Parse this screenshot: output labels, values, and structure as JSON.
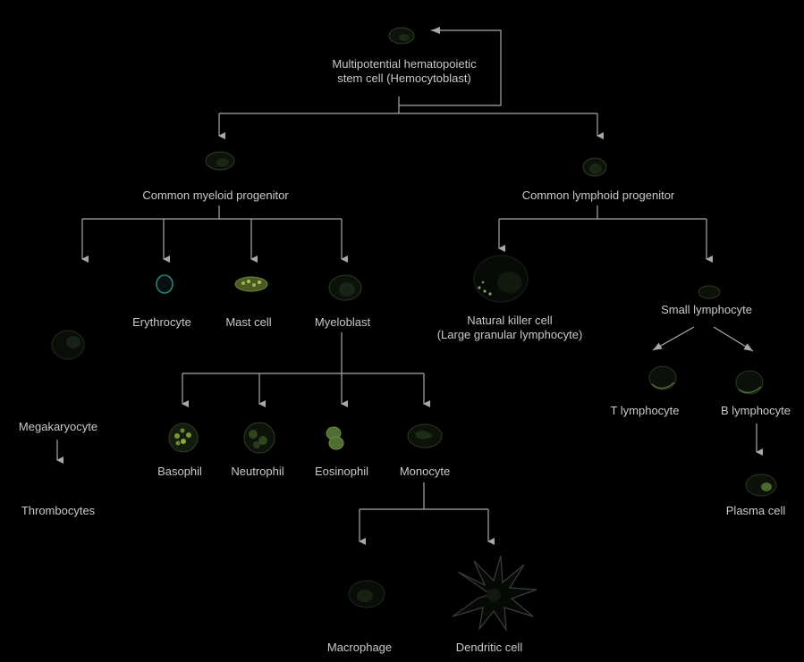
{
  "colors": {
    "background": "#000000",
    "text": "#c9c9c9",
    "line": "#a8a8a8",
    "cell_green": "#6f9a3a",
    "cell_dark": "#2a3a22",
    "cell_teal": "#2f7f7a"
  },
  "labels": {
    "hsc_line1": "Multipotential hematopoietic",
    "hsc_line2": "stem cell (Hemocytoblast)",
    "myeloid": "Common myeloid progenitor",
    "lymphoid": "Common lymphoid progenitor",
    "megakaryocyte": "Megakaryocyte",
    "thrombocytes": "Thrombocytes",
    "erythrocyte": "Erythrocyte",
    "mast": "Mast cell",
    "myeloblast": "Myeloblast",
    "nk_line1": "Natural killer cell",
    "nk_line2": "(Large granular lymphocyte)",
    "small_lymph": "Small lymphocyte",
    "t_lymph": "T lymphocyte",
    "b_lymph": "B lymphocyte",
    "plasma": "Plasma cell",
    "basophil": "Basophil",
    "neutrophil": "Neutrophil",
    "eosinophil": "Eosinophil",
    "monocyte": "Monocyte",
    "macrophage": "Macrophage",
    "dendritic": "Dendritic cell"
  },
  "icons": [
    "hsc-cell-icon",
    "myeloid-progenitor-icon",
    "lymphoid-progenitor-icon",
    "megakaryocyte-icon",
    "erythrocyte-icon",
    "mast-cell-icon",
    "myeloblast-icon",
    "nk-cell-icon",
    "small-lymphocyte-icon",
    "t-lymphocyte-icon",
    "b-lymphocyte-icon",
    "plasma-cell-icon",
    "basophil-icon",
    "neutrophil-icon",
    "eosinophil-icon",
    "monocyte-icon",
    "macrophage-icon",
    "dendritic-cell-icon"
  ]
}
